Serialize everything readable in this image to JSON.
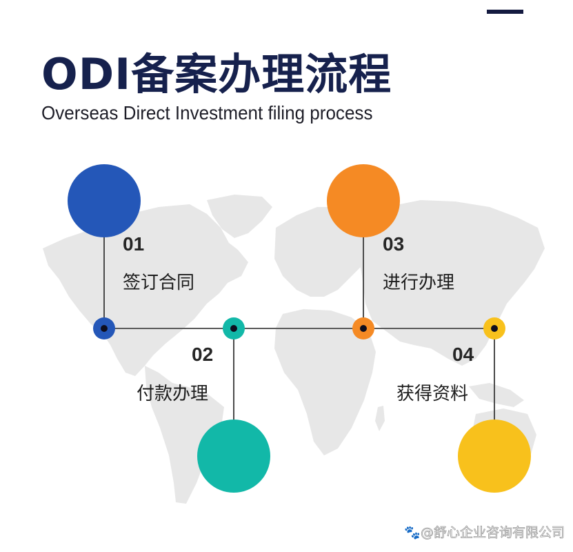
{
  "header": {
    "title": "ODI备案办理流程",
    "subtitle": "Overseas Direct Investment filing process"
  },
  "colors": {
    "title": "#16214d",
    "accent_bar": "#141a40",
    "step1": "#2457b8",
    "step2": "#12b8a8",
    "step3": "#f58a24",
    "step4": "#f8c11c",
    "map": "#e6e6e6",
    "connector": "#555555"
  },
  "steps": [
    {
      "number": "01",
      "label": "签订合同",
      "color_name": "blue"
    },
    {
      "number": "02",
      "label": "付款办理",
      "color_name": "teal"
    },
    {
      "number": "03",
      "label": "进行办理",
      "color_name": "orange"
    },
    {
      "number": "04",
      "label": "获得资料",
      "color_name": "yellow"
    }
  ],
  "background": {
    "icon": "world-map"
  },
  "watermark": {
    "icon": "paw-icon",
    "text": "@舒心企业咨询有限公司"
  }
}
